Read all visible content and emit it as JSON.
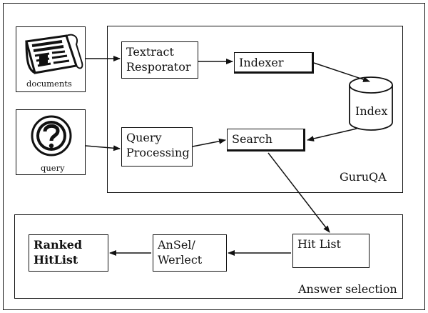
{
  "inputs": {
    "documents_label": "documents",
    "query_label": "query"
  },
  "guruqa": {
    "title": "GuruQA",
    "textract": [
      "Textract",
      "Resporator"
    ],
    "indexer": "Indexer",
    "index": "Index",
    "query_processing": [
      "Query",
      "Processing"
    ],
    "search": "Search"
  },
  "answer_selection": {
    "title": "Answer selection",
    "hit_list": "Hit List",
    "ansel": [
      "AnSel/",
      "Werlect"
    ],
    "ranked": [
      "Ranked",
      "HitList"
    ]
  },
  "icons": {
    "documents": "newspaper-icon",
    "query": "question-mark-icon"
  }
}
